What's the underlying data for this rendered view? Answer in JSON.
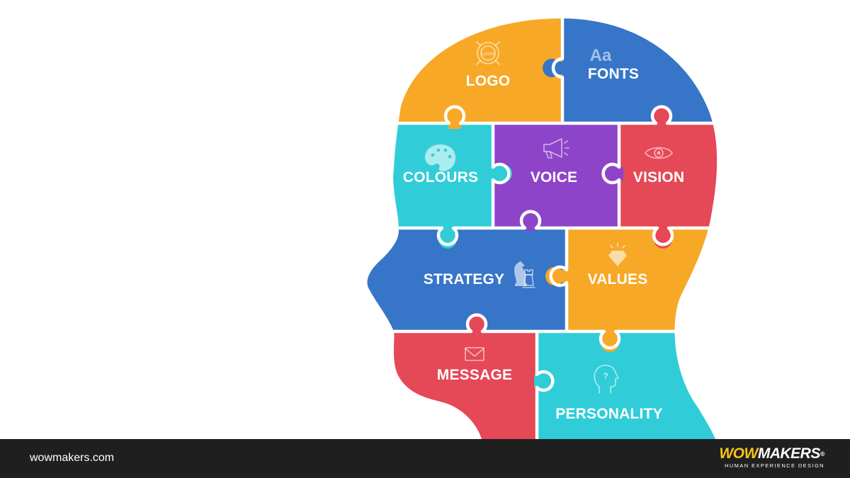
{
  "colors": {
    "orange": "#F7A826",
    "blue": "#3775C8",
    "cyan": "#30CDD8",
    "purple": "#8E44C8",
    "red": "#E54856",
    "footer_bg": "#1F1F1F",
    "brand_yellow": "#F5C518"
  },
  "pieces": [
    {
      "id": "logo",
      "label": "LOGO",
      "color": "orange",
      "icon": "logo-badge-icon"
    },
    {
      "id": "fonts",
      "label": "FONTS",
      "color": "blue",
      "icon": "aa-type-icon"
    },
    {
      "id": "colours",
      "label": "COLOURS",
      "color": "cyan",
      "icon": "palette-icon"
    },
    {
      "id": "voice",
      "label": "VOICE",
      "color": "purple",
      "icon": "megaphone-icon"
    },
    {
      "id": "vision",
      "label": "VISION",
      "color": "red",
      "icon": "eye-icon"
    },
    {
      "id": "strategy",
      "label": "STRATEGY",
      "color": "blue",
      "icon": "chess-icon"
    },
    {
      "id": "values",
      "label": "VALUES",
      "color": "orange",
      "icon": "diamond-icon"
    },
    {
      "id": "message",
      "label": "MESSAGE",
      "color": "red",
      "icon": "envelope-icon"
    },
    {
      "id": "personality",
      "label": "PERSONALITY",
      "color": "cyan",
      "icon": "head-question-icon"
    }
  ],
  "icon_text": {
    "logo_badge": "LOGO",
    "fonts_glyph": "Aa"
  },
  "footer": {
    "site": "wowmakers.com",
    "brand_wow": "WOW",
    "brand_makers": "MAKERS",
    "brand_reg": "®",
    "tagline": "HUMAN EXPERIENCE DESIGN"
  }
}
